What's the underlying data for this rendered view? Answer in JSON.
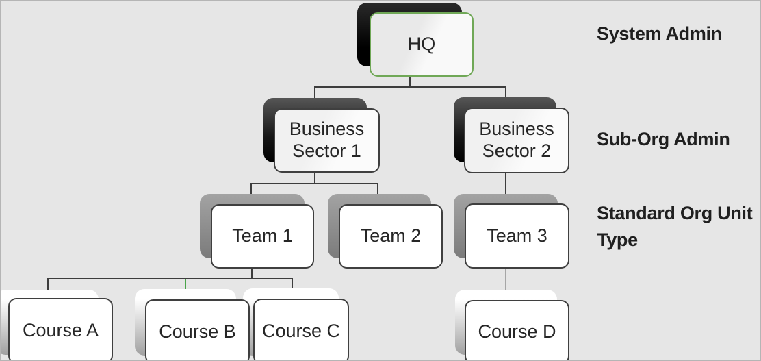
{
  "diagram": {
    "type": "org-chart",
    "nodes": [
      {
        "id": "hq",
        "label": "HQ",
        "level": 1
      },
      {
        "id": "business-sector-1",
        "label": "Business Sector 1",
        "level": 2,
        "parent": "hq"
      },
      {
        "id": "business-sector-2",
        "label": "Business Sector 2",
        "level": 2,
        "parent": "hq"
      },
      {
        "id": "team-1",
        "label": "Team 1",
        "level": 3,
        "parent": "business-sector-1"
      },
      {
        "id": "team-2",
        "label": "Team 2",
        "level": 3,
        "parent": "business-sector-1"
      },
      {
        "id": "team-3",
        "label": "Team 3",
        "level": 3,
        "parent": "business-sector-2"
      },
      {
        "id": "course-a",
        "label": "Course A",
        "level": 4,
        "parent": "team-1"
      },
      {
        "id": "course-b",
        "label": "Course B",
        "level": 4,
        "parent": "team-1"
      },
      {
        "id": "course-c",
        "label": "Course C",
        "level": 4,
        "parent": "team-1"
      },
      {
        "id": "course-d",
        "label": "Course D",
        "level": 4,
        "parent": "team-3"
      }
    ],
    "edges": [
      {
        "from": "hq",
        "to": "business-sector-1",
        "color": "dark"
      },
      {
        "from": "hq",
        "to": "business-sector-2",
        "color": "dark"
      },
      {
        "from": "business-sector-1",
        "to": "team-1",
        "color": "dark"
      },
      {
        "from": "business-sector-1",
        "to": "team-2",
        "color": "dark"
      },
      {
        "from": "business-sector-2",
        "to": "team-3",
        "color": "dark"
      },
      {
        "from": "team-1",
        "to": "course-a",
        "color": "dark"
      },
      {
        "from": "team-1",
        "to": "course-b",
        "color": "green"
      },
      {
        "from": "team-1",
        "to": "course-c",
        "color": "dark"
      },
      {
        "from": "team-3",
        "to": "course-d",
        "color": "light-gray"
      }
    ],
    "role_labels": [
      {
        "text": "System Admin",
        "applies_to_level": 1
      },
      {
        "text": "Sub-Org Admin",
        "applies_to_level": 2
      },
      {
        "text": "Standard Org Unit Type",
        "applies_to_level": 3
      }
    ],
    "colors": {
      "background": "#e6e6e6",
      "canvas_border": "#b5b5b5",
      "hq_box_border_green": "#70a857",
      "node_border": "#3f3f3f",
      "connector_dark": "#3d3d3d",
      "connector_green": "#4aa44a",
      "connector_light": "#a6a6a6",
      "shadow_black": "#000000",
      "shadow_gray": "#8c8c8c",
      "text": "#262626"
    }
  }
}
